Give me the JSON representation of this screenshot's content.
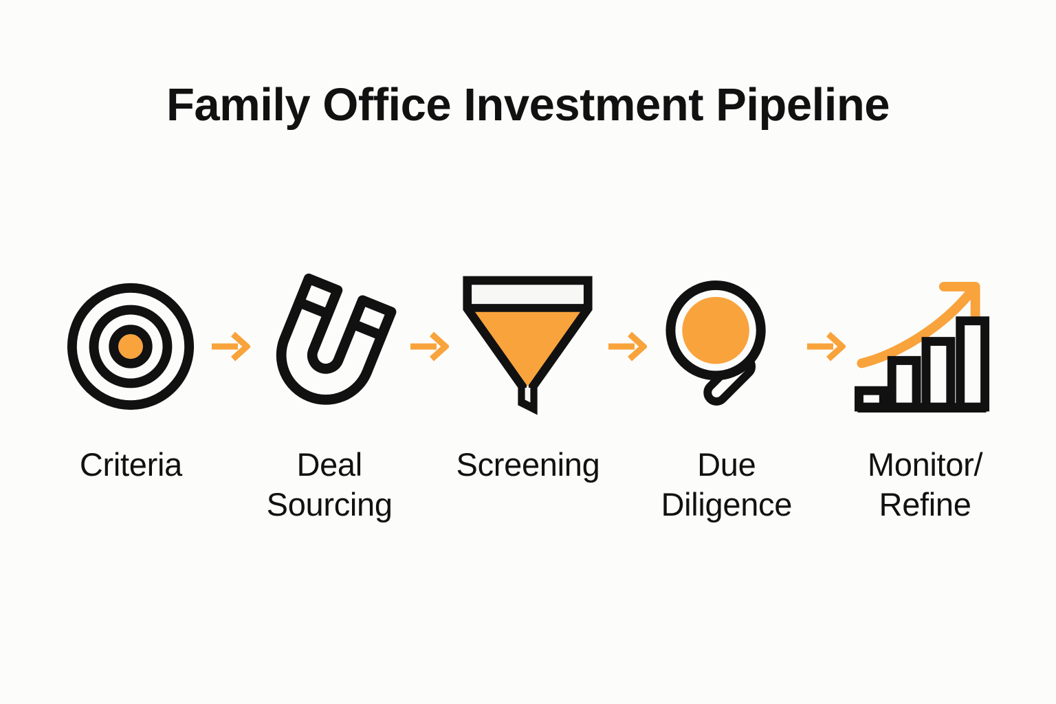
{
  "page": {
    "title": "Family Office Investment Pipeline",
    "background_color": "#FCFCFA",
    "accent_color": "#F9A33C",
    "ink_color": "#111111"
  },
  "pipeline": {
    "arrow_icon": "arrow-right-icon",
    "steps": [
      {
        "icon": "target-icon",
        "label": "Criteria"
      },
      {
        "icon": "magnet-icon",
        "label": "Deal\nSourcing"
      },
      {
        "icon": "funnel-icon",
        "label": "Screening"
      },
      {
        "icon": "magnifying-glass-icon",
        "label": "Due\nDiligence"
      },
      {
        "icon": "growth-chart-icon",
        "label": "Monitor/\nRefine"
      }
    ]
  }
}
